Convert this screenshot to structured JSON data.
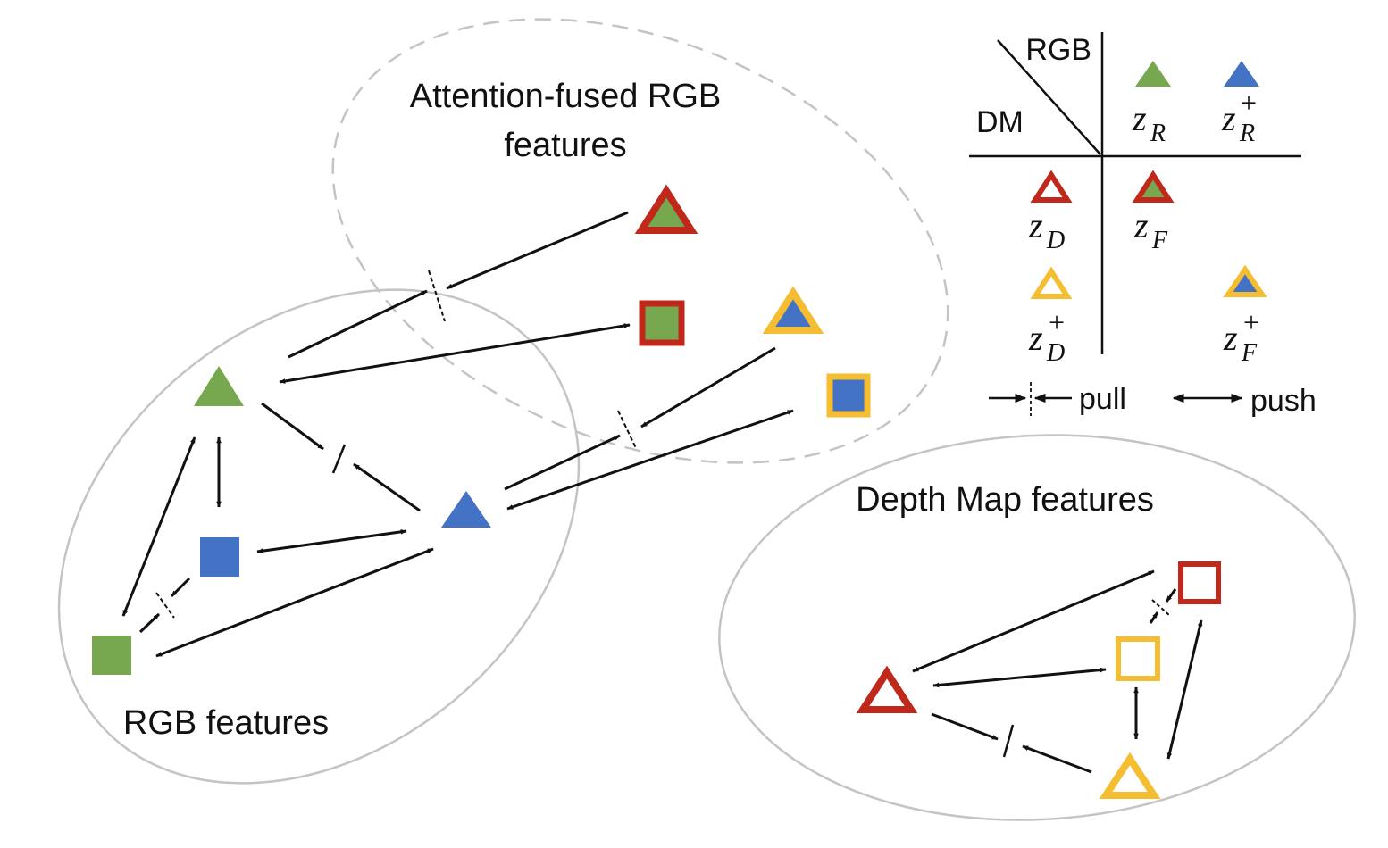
{
  "regions": {
    "attention_fused": "Attention-fused RGB features",
    "rgb": "RGB features",
    "depth": "Depth Map features"
  },
  "legend": {
    "corner_top": "RGB",
    "corner_left": "DM",
    "symbols": {
      "z_R": {
        "letter": "z",
        "sub": "R",
        "sup": ""
      },
      "z_R_plus": {
        "letter": "z",
        "sub": "R",
        "sup": "+"
      },
      "z_D": {
        "letter": "z",
        "sub": "D",
        "sup": ""
      },
      "z_F": {
        "letter": "z",
        "sub": "F",
        "sup": ""
      },
      "z_D_plus": {
        "letter": "z",
        "sub": "D",
        "sup": "+"
      },
      "z_F_plus": {
        "letter": "z",
        "sub": "F",
        "sup": "+"
      }
    },
    "pull_label": "pull",
    "push_label": "push"
  },
  "colors": {
    "green": "#77a74e",
    "blue": "#4472c4",
    "red": "#c0281b",
    "yellow": "#f4bd32",
    "ellipse": "#c4c4c4",
    "arrow": "#111111"
  }
}
